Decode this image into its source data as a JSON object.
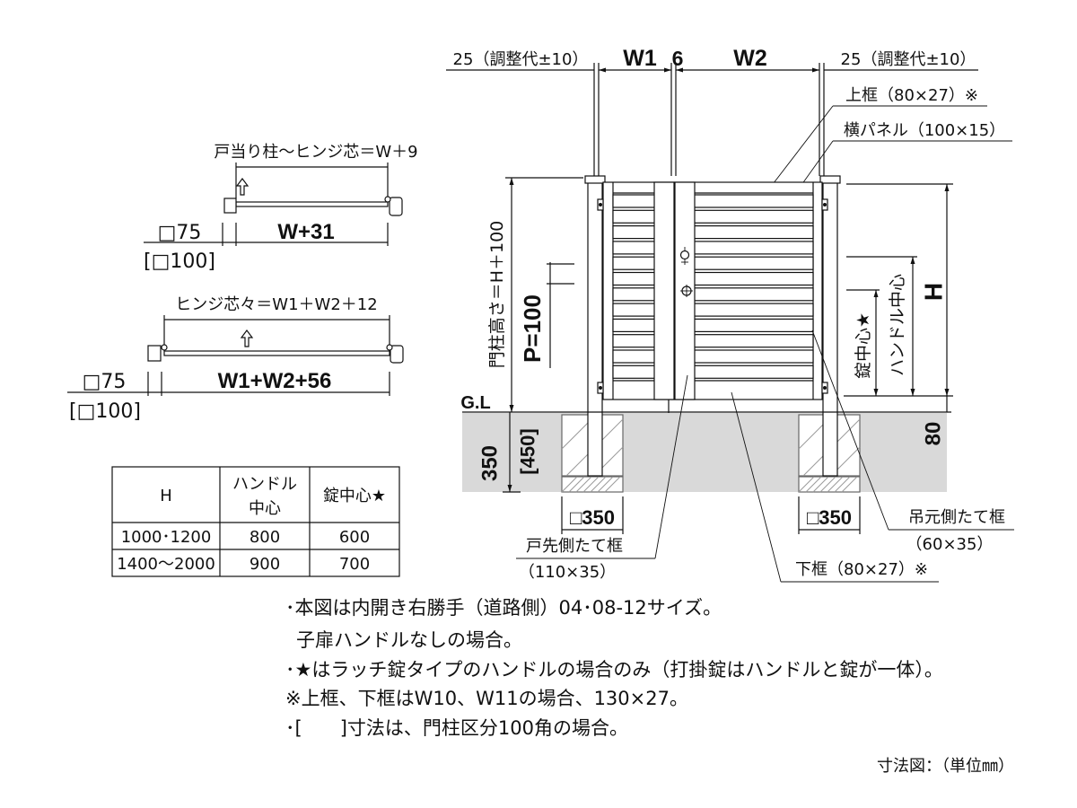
{
  "single_gate_plan": {
    "hinge_offset": "戸当り柱～ヒンジ芯＝W＋9",
    "post_size": "□75",
    "post_size_alt": "[□100]",
    "overall_width": "W+31"
  },
  "double_gate_plan": {
    "hinge_span": "ヒンジ芯々＝W1＋W2＋12",
    "post_size": "□75",
    "post_size_alt": "[□100]",
    "overall_width": "W1+W2+56"
  },
  "size_table": {
    "header_h": "H",
    "header_handle": [
      "ハンドル",
      "中心"
    ],
    "header_lock": "錠中心★",
    "rows": [
      [
        "1000･1200",
        "800",
        "600"
      ],
      [
        "1400～2000",
        "900",
        "700"
      ]
    ]
  },
  "elevation": {
    "adjust_left": "25（調整代±10）",
    "w1": "W1",
    "gap": "6",
    "w2": "W2",
    "adjust_right": "25（調整代±10）",
    "top_rail": "上框（80×27）※",
    "panel": "横パネル（100×15）",
    "post_height": "門柱高さ＝H＋100",
    "pitch": "P=100",
    "ground_level": "G.L",
    "depth": "350",
    "depth_alt": "[450]",
    "foundation_left": "□350",
    "foundation_right": "□350",
    "height": "H",
    "handle_center": "ハンドル中心",
    "lock_center": "錠中心★",
    "clearance": "80",
    "hinge_stile": "吊元側たて框",
    "hinge_stile_size": "（60×35）",
    "latch_stile": "戸先側たて框",
    "latch_stile_size": "（110×35）",
    "bottom_rail": "下框（80×27）※"
  },
  "notes": [
    "･本図は内開き右勝手（道路側）04･08-12サイズ。",
    "子扉ハンドルなしの場合。",
    "･★はラッチ錠タイプのハンドルの場合のみ（打掛錠はハンドルと錠が一体）。",
    "※上框、下框はW10、W11の場合、130×27。",
    "･[　　]寸法は、門柱区分100角の場合。"
  ],
  "caption": "寸法図：（単位㎜）"
}
